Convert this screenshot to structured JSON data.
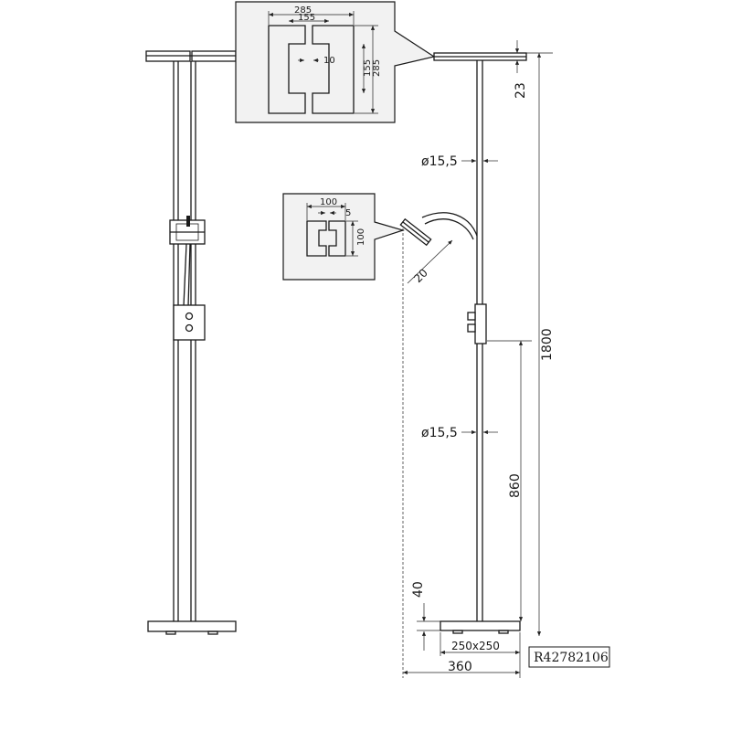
{
  "drawing": {
    "article_code": "R42782106",
    "dimensions": {
      "shade_width": "285",
      "shade_inner": "155",
      "shade_gap": "10",
      "shade_height_inner": "155",
      "shade_height_outer": "285",
      "reading_width": "100",
      "reading_gap": "5",
      "reading_height": "100",
      "shade_thickness": "23",
      "tube_dia_upper": "ø15,5",
      "tube_dia_lower": "ø15,5",
      "reading_tilt": "20",
      "total_height": "1800",
      "switch_height": "860",
      "base_height": "40",
      "base_size": "250x250",
      "total_width": "360"
    }
  }
}
